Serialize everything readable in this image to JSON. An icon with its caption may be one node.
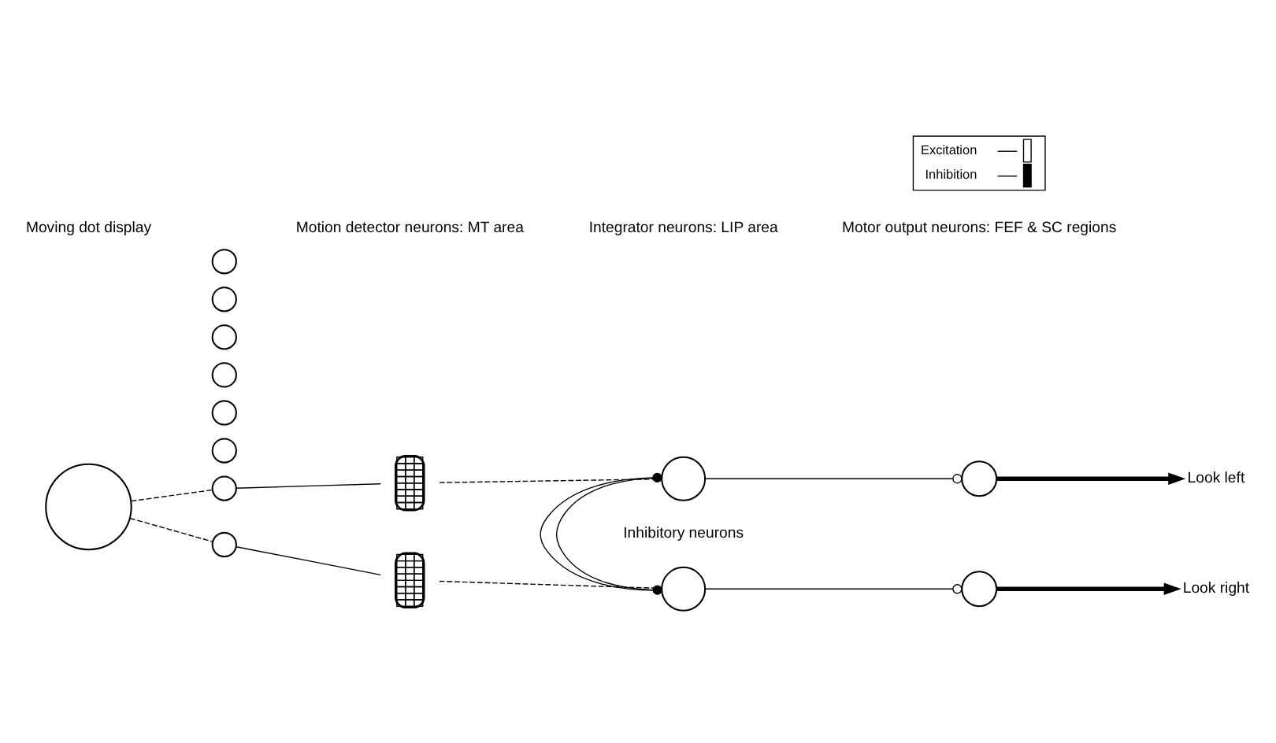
{
  "diagram": {
    "nodes": [
      {
        "text": [],
        "shape": "circle"
      },
      {
        "text": [],
        "shape": "circle"
      },
      {
        "text": [],
        "shape": "circle"
      },
      {
        "text": [],
        "shape": "circle"
      },
      {
        "text": [],
        "shape": "circle"
      },
      {
        "text": [],
        "shape": "circle"
      },
      {
        "text": [],
        "shape": "circle"
      },
      {
        "text": [],
        "shape": "circle"
      },
      {
        "text": [],
        "shape": "circle"
      },
      {
        "text": [],
        "shape": "picture"
      },
      {
        "text": [],
        "shape": "picture"
      },
      {
        "text": [],
        "shape": "circle"
      },
      {
        "text": [],
        "shape": "circle"
      },
      {
        "text": [],
        "shape": "circle"
      },
      {
        "text": [],
        "shape": "circle"
      },
      {
        "text": [
          "Look left"
        ]
      },
      {
        "text": [
          "Look right"
        ]
      }
    ],
    "edges": [
      {
        "from": 0,
        "to": 1,
        "arrow": "none",
        "style": "dashed"
      },
      {
        "from": 0,
        "to": 5,
        "arrow": "none",
        "style": "dashed"
      },
      {
        "from": 1,
        "to": 9,
        "arrow": "none"
      },
      {
        "from": 5,
        "to": 10,
        "arrow": "none"
      },
      {
        "from": 9,
        "to": 11,
        "arrow": "none",
        "style": "dashed"
      },
      {
        "from": 10,
        "to": 12,
        "arrow": "none",
        "style": "dashed"
      },
      {
        "from": 11,
        "to": 12,
        "arrow": "other"
      },
      {
        "from": 12,
        "to": 11,
        "arrow": "other"
      },
      {
        "from": 11,
        "to": 13,
        "arrow": "other"
      },
      {
        "from": 12,
        "to": 14,
        "arrow": "other"
      },
      {
        "from": 13,
        "to": 15,
        "arrow": "to",
        "style": "thick"
      },
      {
        "from": 14,
        "to": 16,
        "arrow": "to",
        "style": "thick"
      }
    ],
    "labels": [
      "Moving dot display",
      "Motion detector neurons: MT area",
      "Integrator neurons: LIP area",
      "Motor output neurons: FEF & SC regions",
      "Inhibitory neurons"
    ],
    "legend": [
      {
        "text": "Excitation"
      },
      {
        "text": "Inhibition"
      }
    ]
  }
}
